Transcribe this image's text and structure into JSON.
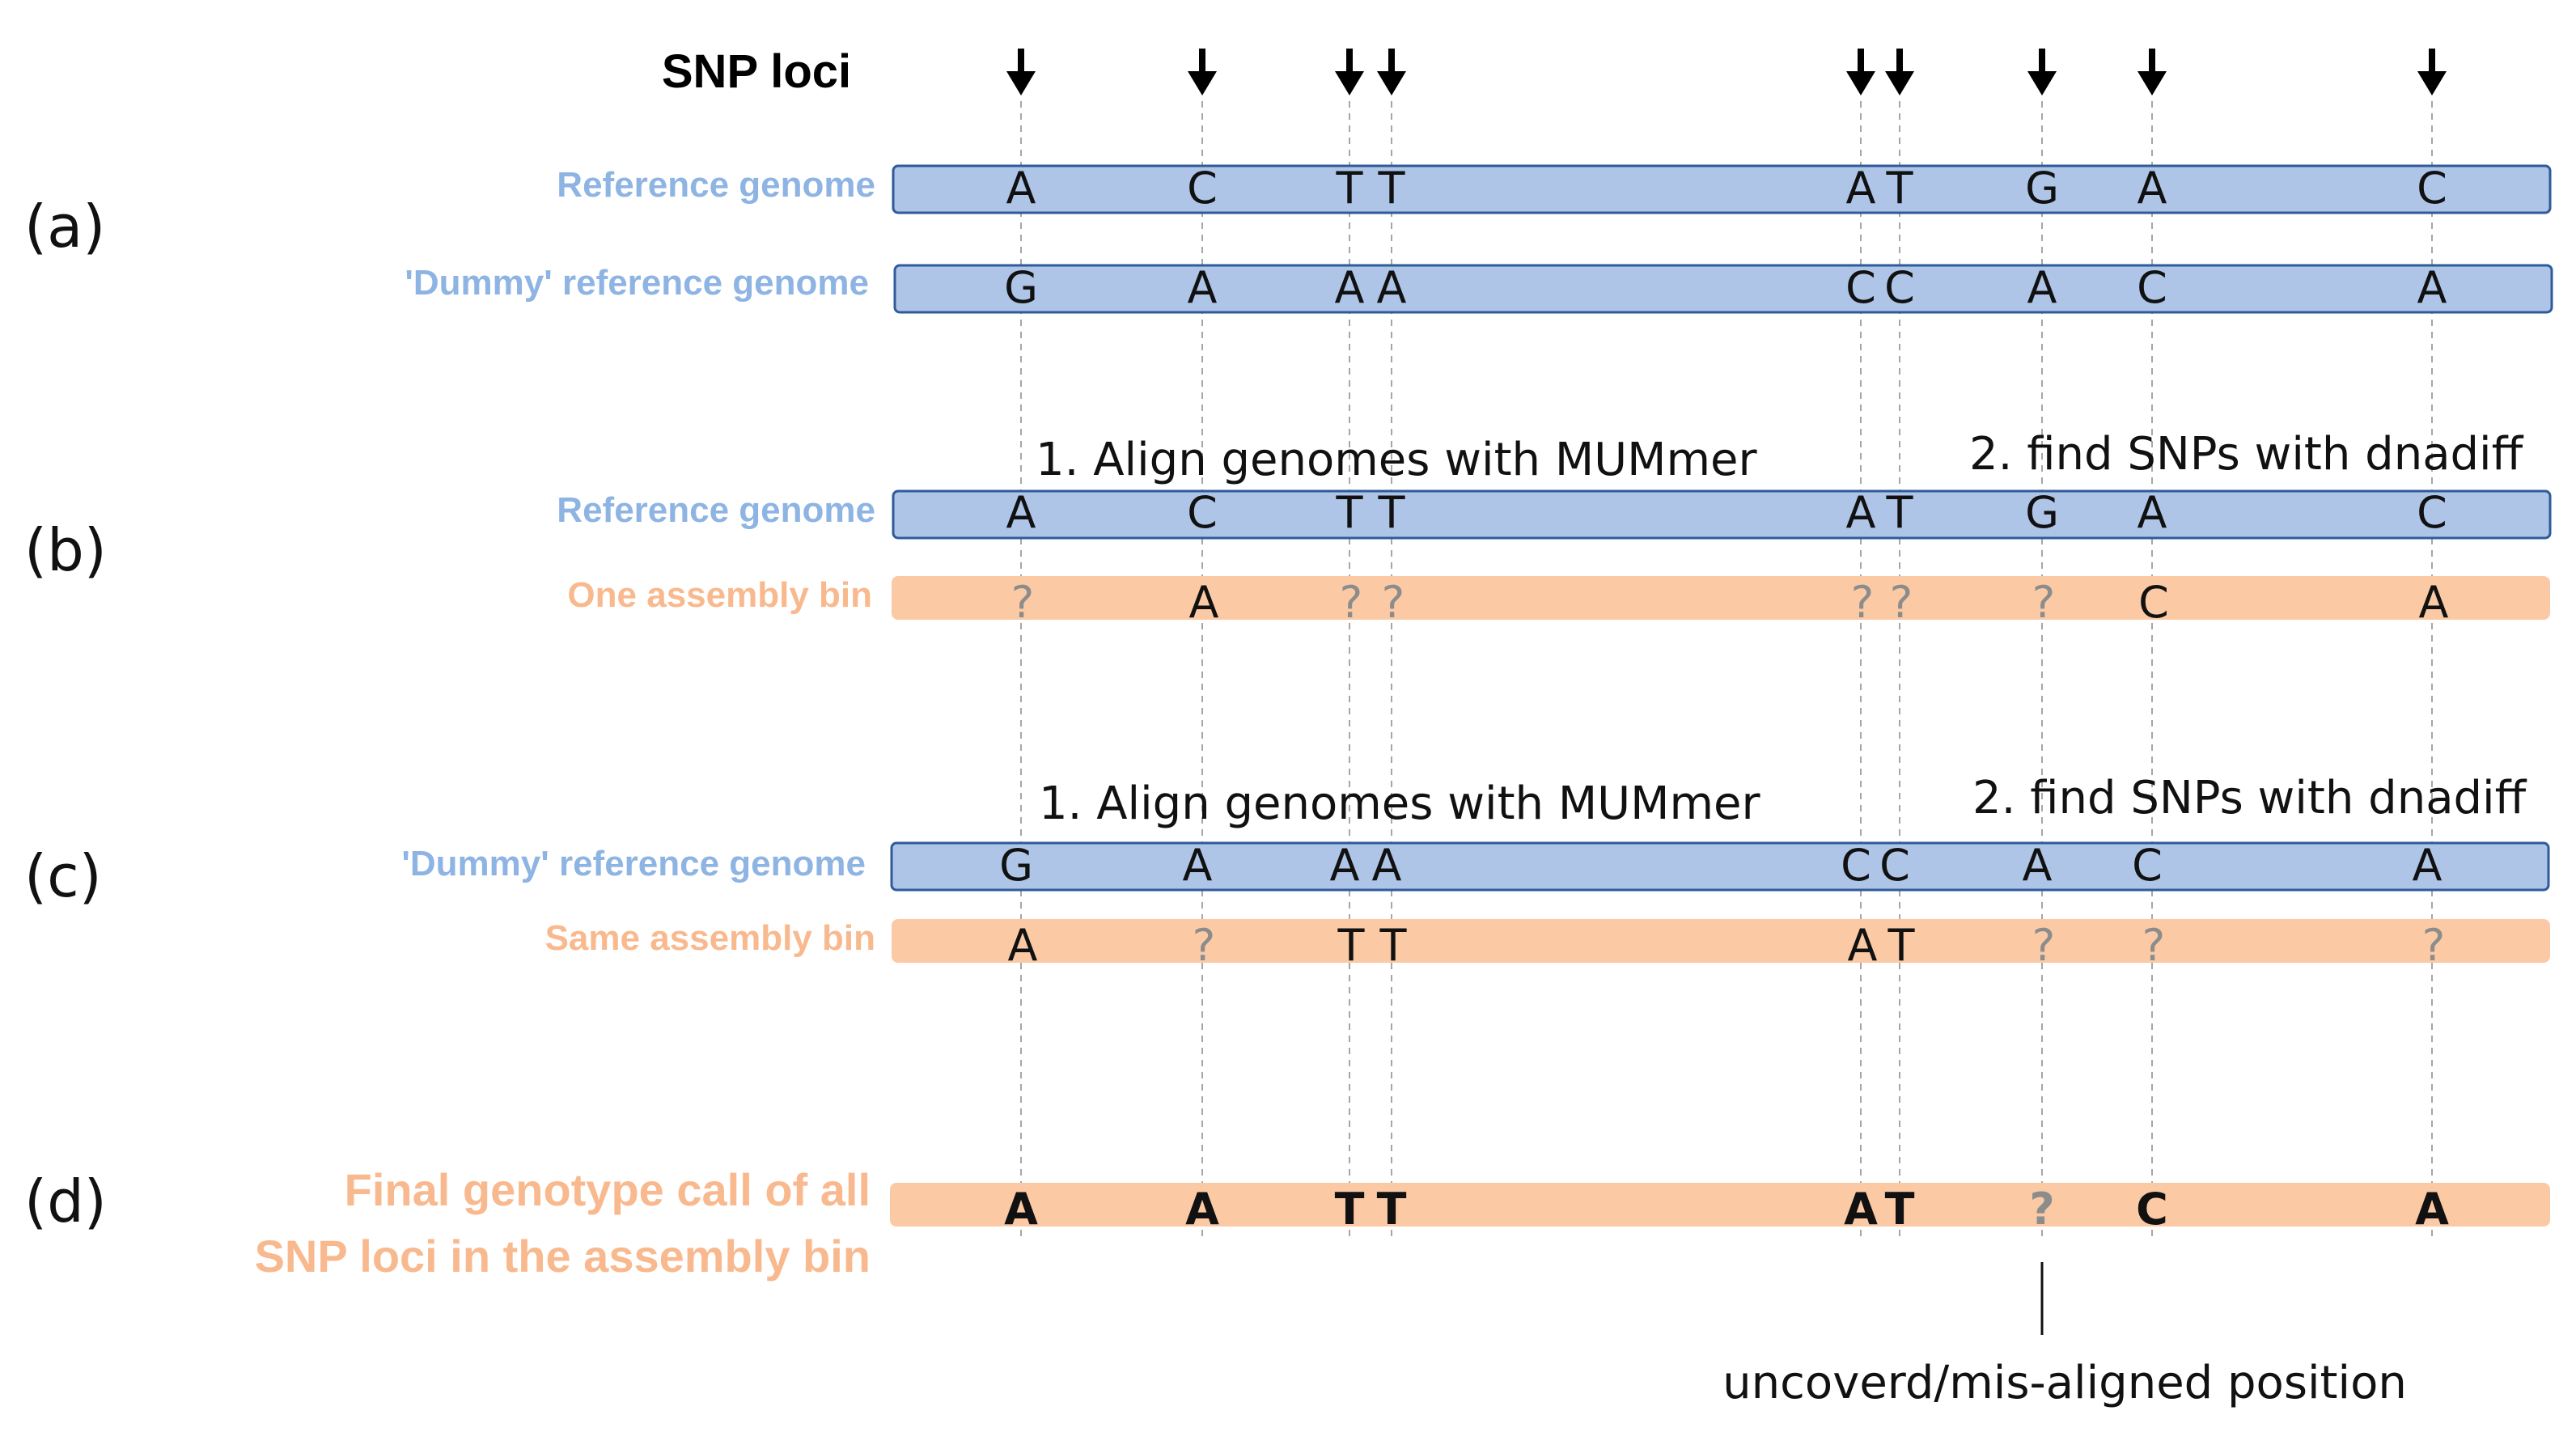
{
  "colors": {
    "blue_fill": "#aec5e8",
    "blue_stroke": "#2f5b9a",
    "blue_label": "#8eb4e3",
    "orange_fill": "#fbcaa5",
    "orange_label": "#f9b98e",
    "question": "#8c8c8c",
    "text": "#111111"
  },
  "header": {
    "title": "SNP loci"
  },
  "steps": {
    "align": "1. Align genomes with MUMmer",
    "find": "2. find SNPs with dnadiff"
  },
  "panels": {
    "a": {
      "tag": "(a)",
      "rows": [
        {
          "label": "Reference genome",
          "kind": "blue",
          "bases": [
            "A",
            "C",
            "T",
            "T",
            "A",
            "T",
            "G",
            "A",
            "C"
          ]
        },
        {
          "label": "'Dummy' reference genome",
          "kind": "blue",
          "bases": [
            "G",
            "A",
            "A",
            "A",
            "C",
            "C",
            "A",
            "C",
            "A"
          ]
        }
      ]
    },
    "b": {
      "tag": "(b)",
      "rows": [
        {
          "label": "Reference genome",
          "kind": "blue",
          "bases": [
            "A",
            "C",
            "T",
            "T",
            "A",
            "T",
            "G",
            "A",
            "C"
          ]
        },
        {
          "label": "One assembly bin",
          "kind": "orange",
          "bases": [
            "?",
            "A",
            "?",
            "?",
            "?",
            "?",
            "?",
            "C",
            "A"
          ]
        }
      ]
    },
    "c": {
      "tag": "(c)",
      "rows": [
        {
          "label": "'Dummy' reference genome",
          "kind": "blue",
          "bases": [
            "G",
            "A",
            "A",
            "A",
            "C",
            "C",
            "A",
            "C",
            "A"
          ]
        },
        {
          "label": "Same assembly bin",
          "kind": "orange",
          "bases": [
            "A",
            "?",
            "T",
            "T",
            "A",
            "T",
            "?",
            "?",
            "?"
          ]
        }
      ]
    },
    "d": {
      "tag": "(d)",
      "label_line1": "Final genotype call of  all",
      "label_line2": "SNP loci in the assembly bin",
      "bases": [
        "A",
        "A",
        "T",
        "T",
        "A",
        "T",
        "?",
        "C",
        "A"
      ]
    }
  },
  "annotation": {
    "text": "uncoverd/mis-aligned position"
  }
}
